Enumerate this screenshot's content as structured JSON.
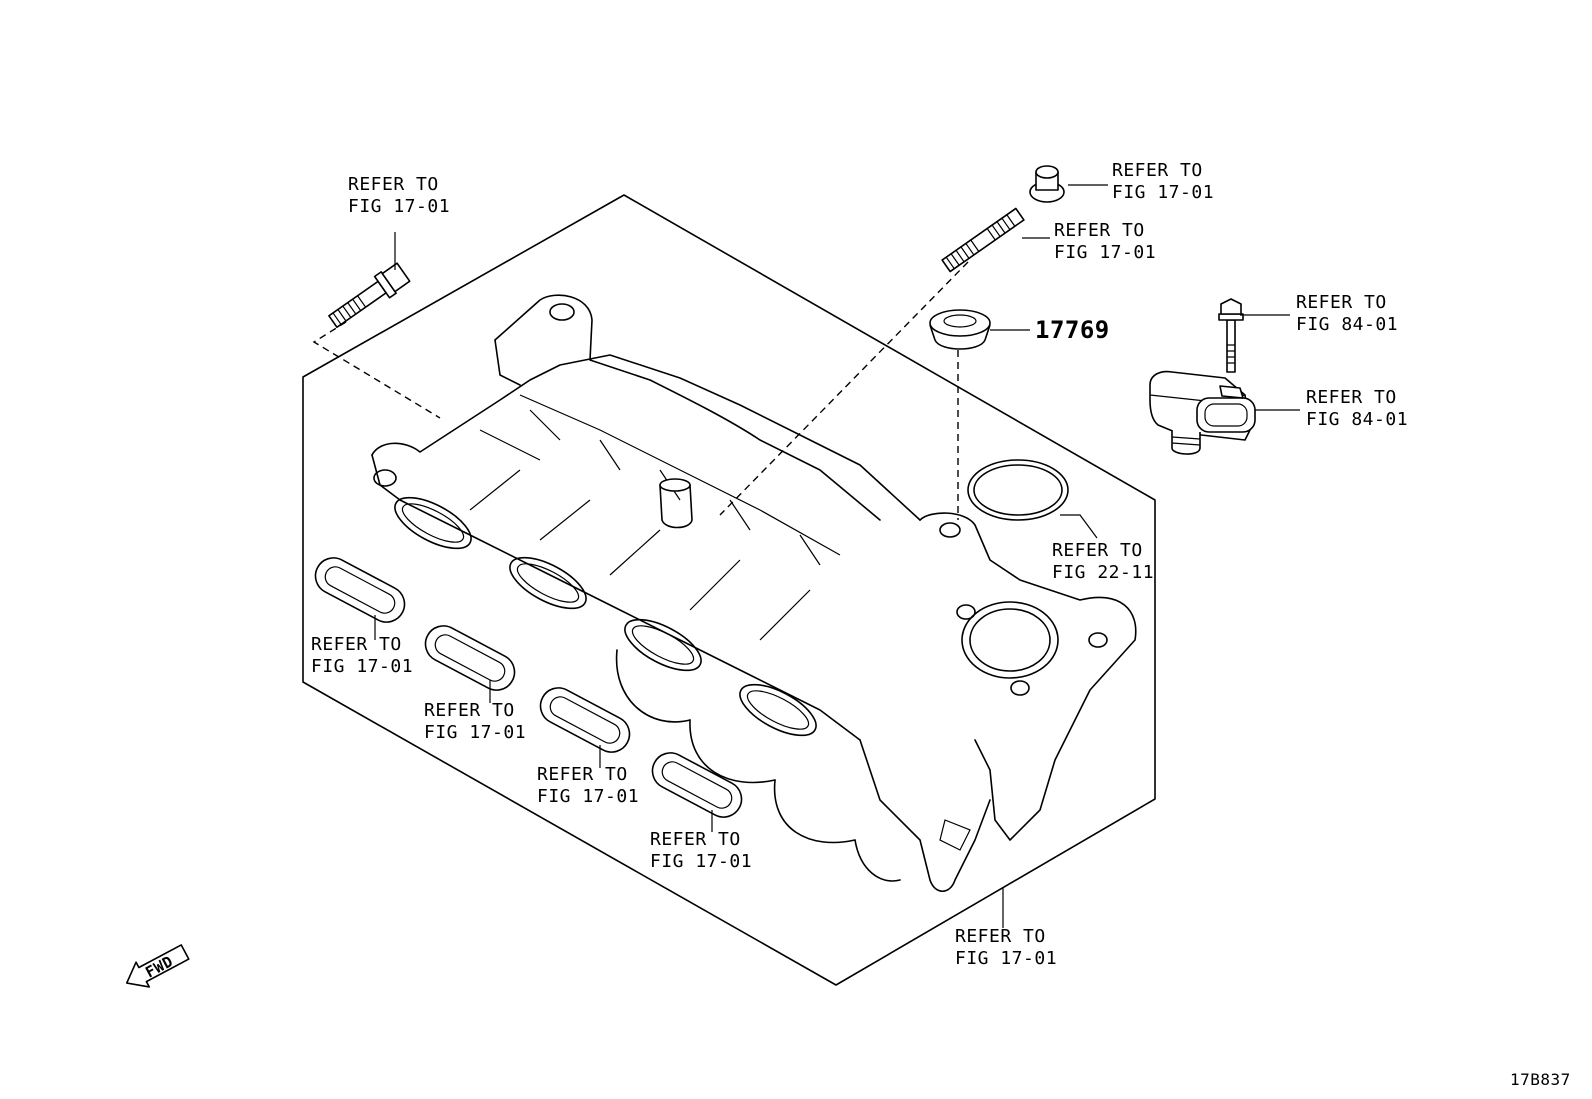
{
  "callouts": [
    {
      "id": "bolt-left",
      "line1": "REFER TO",
      "line2": "FIG 17-01"
    },
    {
      "id": "nut-top",
      "line1": "REFER TO",
      "line2": "FIG 17-01"
    },
    {
      "id": "stud",
      "line1": "REFER TO",
      "line2": "FIG 17-01"
    },
    {
      "id": "sensor-bolt",
      "line1": "REFER TO",
      "line2": "FIG 84-01"
    },
    {
      "id": "sensor",
      "line1": "REFER TO",
      "line2": "FIG 84-01"
    },
    {
      "id": "oring",
      "line1": "REFER TO",
      "line2": "FIG 22-11"
    },
    {
      "id": "gasket-1",
      "line1": "REFER TO",
      "line2": "FIG 17-01"
    },
    {
      "id": "gasket-2",
      "line1": "REFER TO",
      "line2": "FIG 17-01"
    },
    {
      "id": "gasket-3",
      "line1": "REFER TO",
      "line2": "FIG 17-01"
    },
    {
      "id": "gasket-4",
      "line1": "REFER TO",
      "line2": "FIG 17-01"
    },
    {
      "id": "manifold",
      "line1": "REFER TO",
      "line2": "FIG 17-01"
    }
  ],
  "part_number": "17769",
  "fwd_label": "FWD",
  "diagram_code": "17B837"
}
